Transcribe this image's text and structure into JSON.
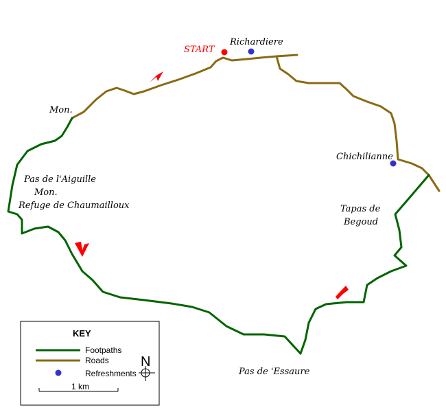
{
  "colors": {
    "footpath": "#006400",
    "road": "#8B6914",
    "start": "#ff0000",
    "refreshment": "#3333cc",
    "arrow": "#ff0000"
  },
  "start": {
    "label": "START"
  },
  "places": {
    "richardiere": "Richardiere",
    "mon_north": "Mon.",
    "chichilianne": "Chichilianne",
    "pas_aiguille": "Pas de l'Aiguille",
    "mon_west": "Mon.",
    "refuge": "Refuge de Chaumailloux",
    "tapas_line1": "Tapas de",
    "tapas_line2": "Begoud",
    "pas_essaure": "Pas de 'Essaure"
  },
  "key": {
    "title": "KEY",
    "footpaths": "Footpaths",
    "roads": "Roads",
    "refreshments": "Refreshments",
    "scale": "1 km",
    "north": "N"
  }
}
